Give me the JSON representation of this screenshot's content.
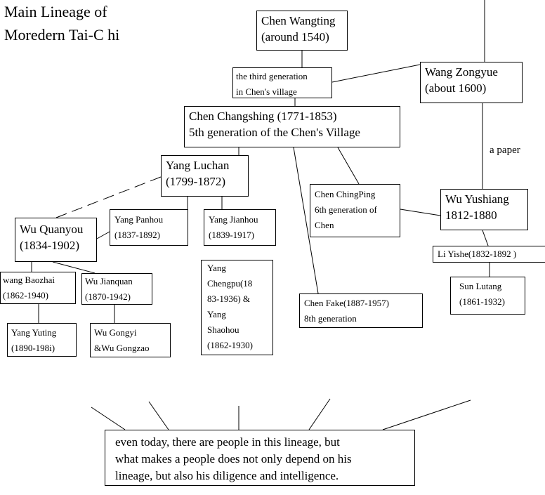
{
  "title": {
    "line1": "Main Lineage of",
    "line2": "Moredern Tai-C  hi"
  },
  "nodes": {
    "chen_wangting": [
      "Chen Wangting",
      "(around 1540)"
    ],
    "third_generation": [
      "the third generation",
      "in Chen's village"
    ],
    "wang_zongyue": [
      "Wang Zongyue",
      "(about 1600)"
    ],
    "chen_changshing": [
      "Chen Changshing (1771-1853)",
      "5th generation of the Chen's Village"
    ],
    "yang_luchan": [
      "Yang Luchan",
      "(1799-1872)"
    ],
    "chen_chingping": [
      "Chen ChingPing",
      "6th generation of",
      "Chen"
    ],
    "wu_yushiang": [
      "Wu Yushiang",
      "1812-1880"
    ],
    "wu_quanyou": [
      "Wu Quanyou",
      "(1834-1902)"
    ],
    "yang_panhou": [
      "Yang Panhou",
      "(1837-1892)"
    ],
    "yang_jianhou": [
      "Yang Jianhou",
      "(1839-1917)"
    ],
    "li_yishe": [
      "Li Yishe(1832-1892   )"
    ],
    "wang_baozhai": [
      "wang Baozhai",
      "(1862-1940)"
    ],
    "wu_jianquan": [
      "Wu Jianquan",
      "(1870-1942)"
    ],
    "yang_chengpu": [
      "Yang",
      "Chengpu(18",
      "83-1936) &",
      "Yang",
      "Shaohou",
      "(1862-1930)"
    ],
    "chen_fake": [
      "Chen Fake(1887-1957)",
      "8th generation"
    ],
    "sun_lutang": [
      "Sun Lutang",
      "(1861-1932)"
    ],
    "yang_yuting": [
      "Yang Yuting",
      "(1890-198i)"
    ],
    "wu_gongyi": [
      "Wu Gongyi",
      "&Wu Gongzao"
    ]
  },
  "edge_label": "a paper",
  "note": [
    "even  today, there are  people in this lineage, but",
    "what makes a people does not only depend on his",
    "lineage, but also his diligence and intelligence."
  ]
}
